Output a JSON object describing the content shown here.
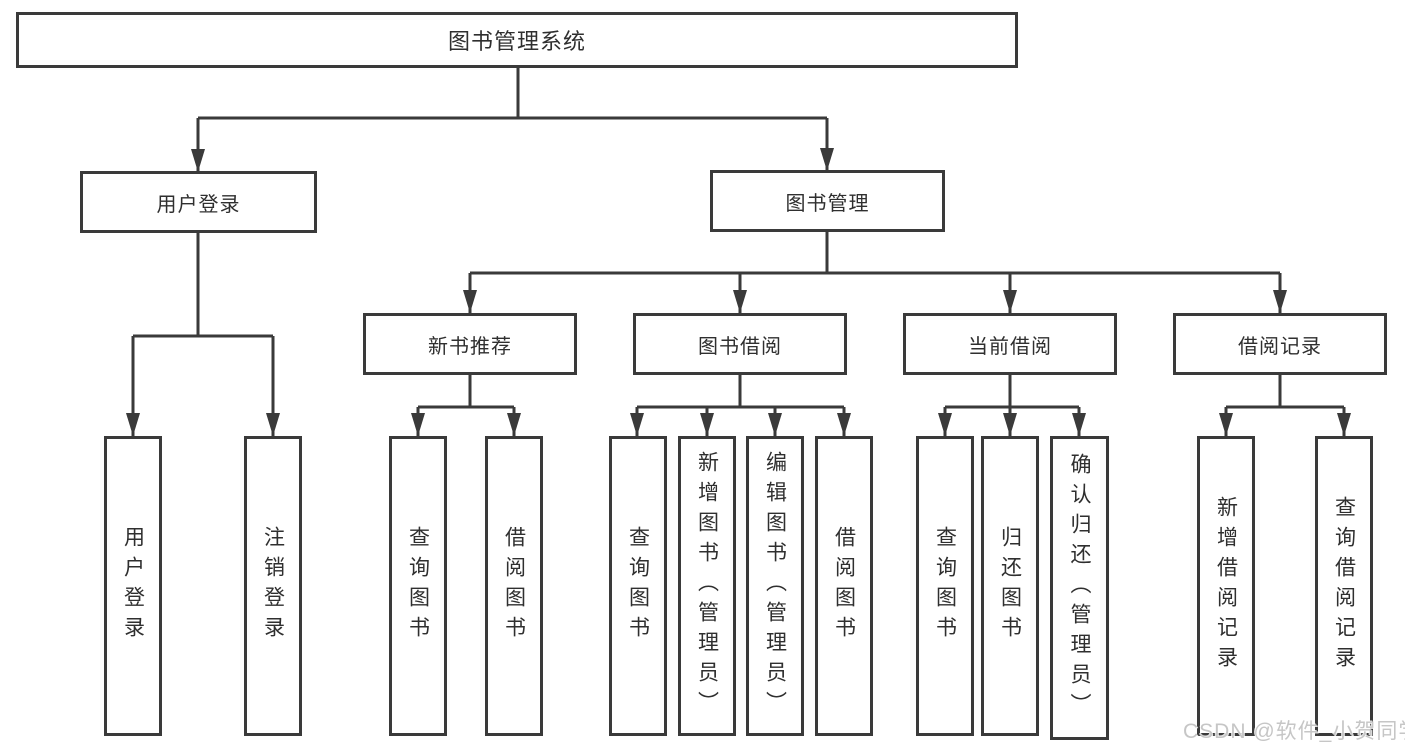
{
  "tree": {
    "root": {
      "label": "图书管理系统"
    },
    "level2": [
      {
        "label": "用户登录",
        "children": [
          {
            "label": "用户登录"
          },
          {
            "label": "注销登录"
          }
        ]
      },
      {
        "label": "图书管理",
        "children": [
          {
            "label": "新书推荐",
            "children": [
              {
                "label": "查询图书"
              },
              {
                "label": "借阅图书"
              }
            ]
          },
          {
            "label": "图书借阅",
            "children": [
              {
                "label": "查询图书"
              },
              {
                "label": "新增图书（管理员）"
              },
              {
                "label": "编辑图书（管理员）"
              },
              {
                "label": "借阅图书"
              }
            ]
          },
          {
            "label": "当前借阅",
            "children": [
              {
                "label": "查询图书"
              },
              {
                "label": "归还图书"
              },
              {
                "label": "确认归还（管理员）"
              }
            ]
          },
          {
            "label": "借阅记录",
            "children": [
              {
                "label": "新增借阅记录"
              },
              {
                "label": "查询借阅记录"
              }
            ]
          }
        ]
      }
    ]
  },
  "watermark": {
    "text": "CSDN @软件_小贺同学"
  },
  "colors": {
    "line": "#3a3a3a",
    "text": "#2f2f2f",
    "background": "#ffffff",
    "watermark": "#c6c6c6"
  }
}
